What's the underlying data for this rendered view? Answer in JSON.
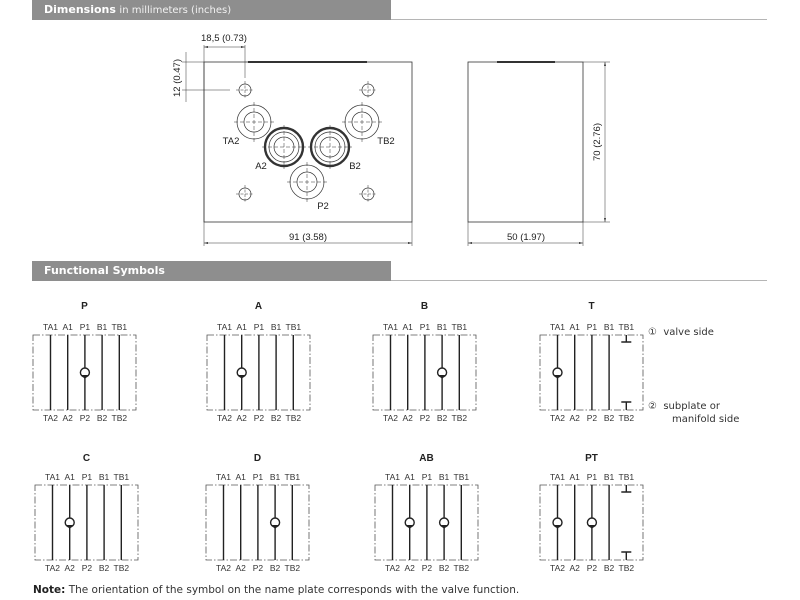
{
  "sections": {
    "dimensions": {
      "title": "Dimensions",
      "subtitle": "in millimeters (inches)"
    },
    "functional": {
      "title": "Functional Symbols"
    }
  },
  "dimensions": {
    "offset_x": "18,5 (0.73)",
    "offset_y": "12 (0.47)",
    "width": "91 (3.58)",
    "depth": "50 (1.97)",
    "height": "70 (2.76)",
    "ports": {
      "ta2": "TA2",
      "tb2": "TB2",
      "a2": "A2",
      "b2": "B2",
      "p2": "P2"
    }
  },
  "symbols": {
    "ports_top": [
      "TA1",
      "A1",
      "P1",
      "B1",
      "TB1"
    ],
    "ports_bottom": [
      "TA2",
      "A2",
      "P2",
      "B2",
      "TB2"
    ],
    "items": [
      {
        "name": "P",
        "valves": [
          2
        ],
        "blocked": []
      },
      {
        "name": "A",
        "valves": [
          1
        ],
        "blocked": []
      },
      {
        "name": "B",
        "valves": [
          3
        ],
        "blocked": []
      },
      {
        "name": "T",
        "valves": [
          0
        ],
        "blocked": [
          4
        ]
      },
      {
        "name": "C",
        "valves": [
          1
        ],
        "blocked": []
      },
      {
        "name": "D",
        "valves": [
          3
        ],
        "blocked": []
      },
      {
        "name": "AB",
        "valves": [
          1,
          3
        ],
        "blocked": []
      },
      {
        "name": "PT",
        "valves": [
          0,
          2
        ],
        "blocked": [
          4
        ]
      }
    ]
  },
  "legend": {
    "marker1": "①",
    "label1": "valve side",
    "marker2": "②",
    "label2a": "subplate or",
    "label2b": "manifold side"
  },
  "note": {
    "label": "Note:",
    "text": "The orientation of the symbol on the name plate corresponds with the valve function."
  }
}
